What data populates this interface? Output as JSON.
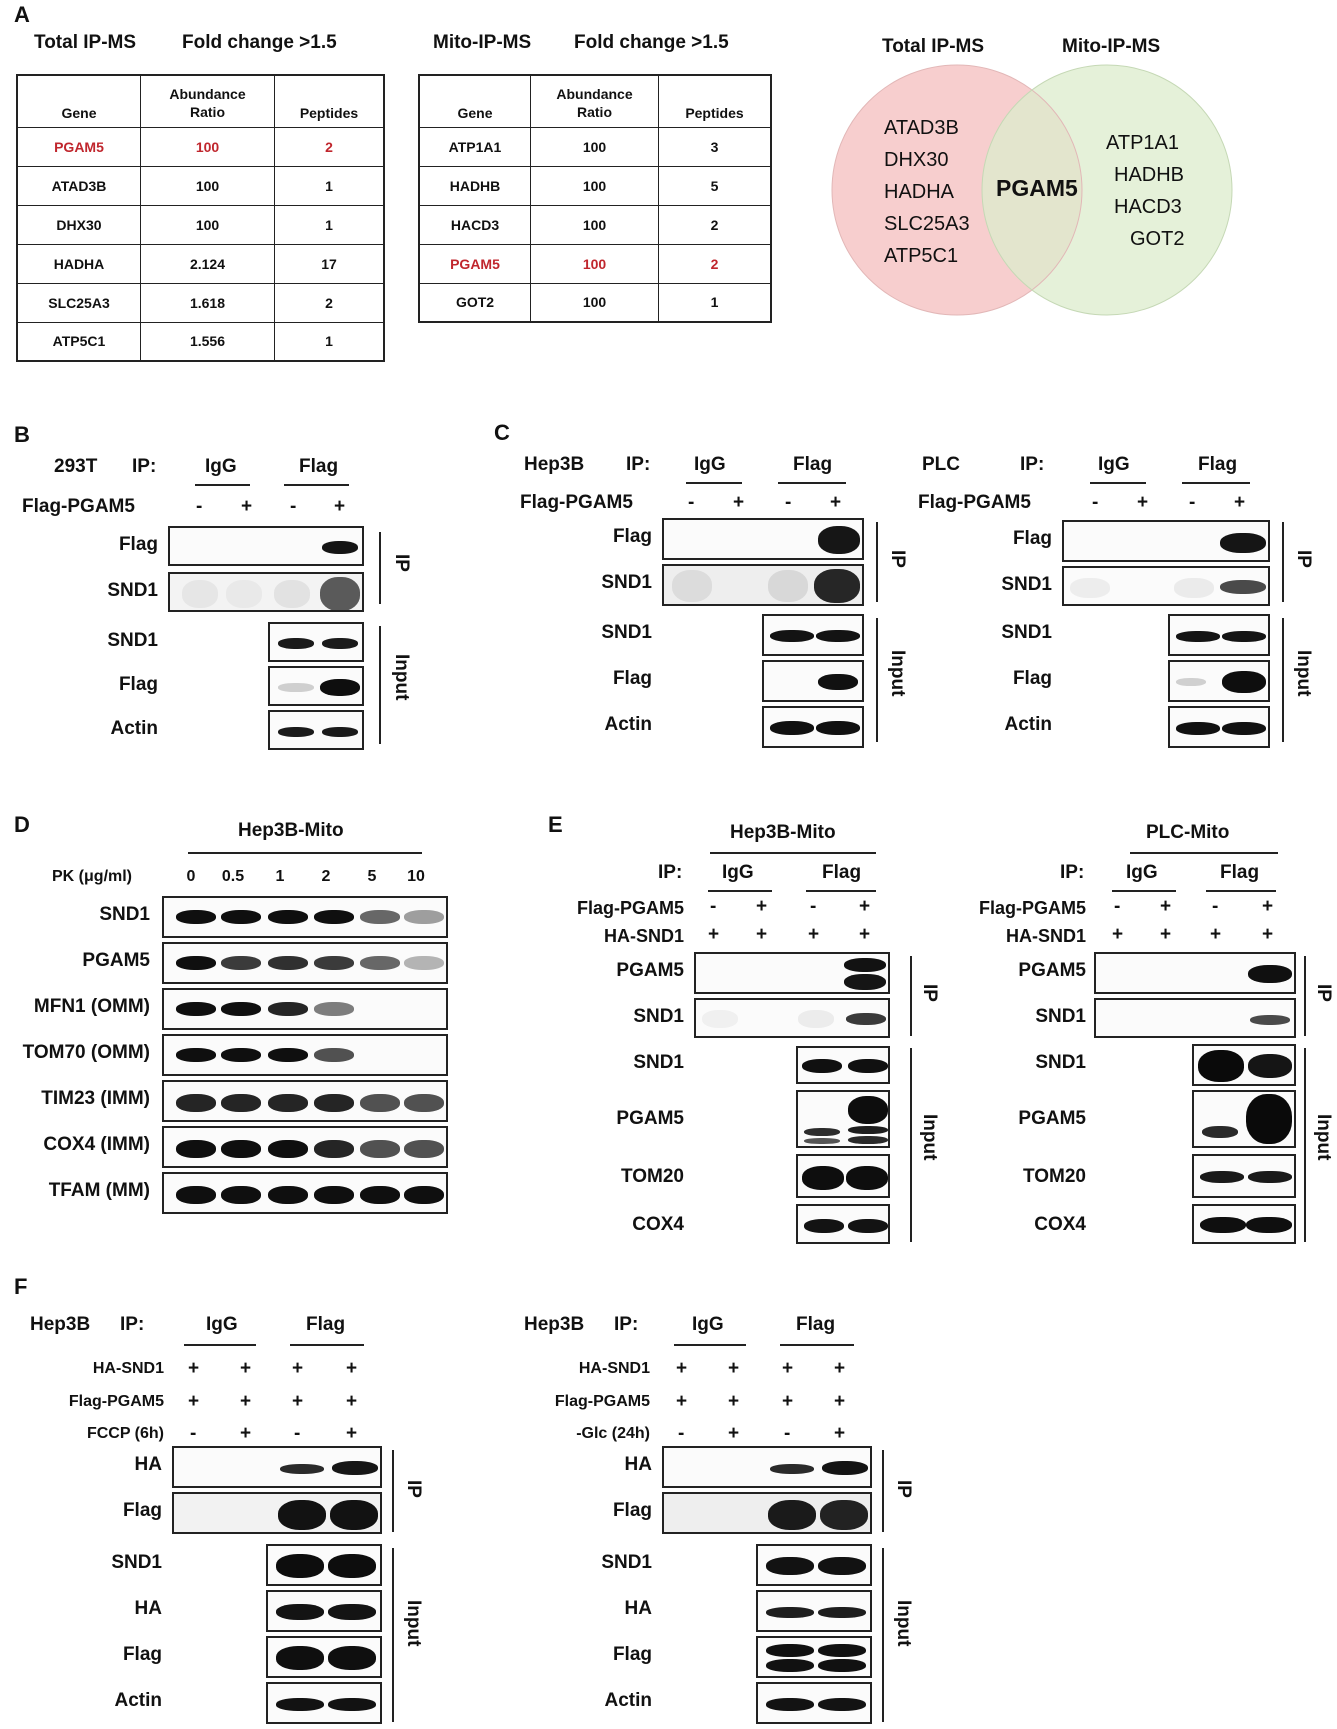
{
  "panels": {
    "A": "A",
    "B": "B",
    "C": "C",
    "D": "D",
    "E": "E",
    "F": "F"
  },
  "panelA": {
    "total": {
      "title": "Total IP-MS",
      "fold": "Fold change >1.5",
      "headers": [
        "Gene",
        "Abundance\nRatio",
        "Peptides"
      ],
      "rows": [
        [
          "PGAM5",
          "100",
          "2"
        ],
        [
          "ATAD3B",
          "100",
          "1"
        ],
        [
          "DHX30",
          "100",
          "1"
        ],
        [
          "HADHA",
          "2.124",
          "17"
        ],
        [
          "SLC25A3",
          "1.618",
          "2"
        ],
        [
          "ATP5C1",
          "1.556",
          "1"
        ]
      ]
    },
    "mito": {
      "title": "Mito-IP-MS",
      "fold": "Fold change >1.5",
      "headers": [
        "Gene",
        "Abundance\nRatio",
        "Peptides"
      ],
      "rows": [
        [
          "ATP1A1",
          "100",
          "3"
        ],
        [
          "HADHB",
          "100",
          "5"
        ],
        [
          "HACD3",
          "100",
          "2"
        ],
        [
          "PGAM5",
          "100",
          "2"
        ],
        [
          "GOT2",
          "100",
          "1"
        ]
      ]
    },
    "venn": {
      "left_title": "Total IP-MS",
      "right_title": "Mito-IP-MS",
      "left_items": [
        "ATAD3B",
        "DHX30",
        "HADHA",
        "SLC25A3",
        "ATP5C1"
      ],
      "right_items": [
        "ATP1A1",
        "HADHB",
        "HACD3",
        "GOT2"
      ],
      "overlap": "PGAM5",
      "colors": {
        "left": "#f6c9c9",
        "right": "#dceccc",
        "overlap": "#ece3bd"
      }
    }
  },
  "panelB": {
    "cell": "293T",
    "ip": "IP:",
    "igg": "IgG",
    "flag": "Flag",
    "construct": "Flag-PGAM5",
    "signs": [
      "-",
      "+",
      "-",
      "+"
    ],
    "ip_rows": [
      "Flag",
      "SND1"
    ],
    "input_rows": [
      "SND1",
      "Flag",
      "Actin"
    ],
    "ip_side": "IP",
    "input_side": "Input"
  },
  "panelC": {
    "left": {
      "cell": "Hep3B",
      "ip": "IP:",
      "igg": "IgG",
      "flag": "Flag",
      "construct": "Flag-PGAM5",
      "signs": [
        "-",
        "+",
        "-",
        "+"
      ],
      "ip_rows": [
        "Flag",
        "SND1"
      ],
      "input_rows": [
        "SND1",
        "Flag",
        "Actin"
      ],
      "ip_side": "IP",
      "input_side": "Input"
    },
    "right": {
      "cell": "PLC",
      "ip": "IP:",
      "igg": "IgG",
      "flag": "Flag",
      "construct": "Flag-PGAM5",
      "signs": [
        "-",
        "+",
        "-",
        "+"
      ],
      "ip_rows": [
        "Flag",
        "SND1"
      ],
      "input_rows": [
        "SND1",
        "Flag",
        "Actin"
      ],
      "ip_side": "IP",
      "input_side": "Input"
    }
  },
  "panelD": {
    "title": "Hep3B-Mito",
    "pk_label": "PK (μg/ml)",
    "doses": [
      "0",
      "0.5",
      "1",
      "2",
      "5",
      "10"
    ],
    "rows": [
      "SND1",
      "PGAM5",
      "MFN1 (OMM)",
      "TOM70 (OMM)",
      "TIM23  (IMM)",
      "COX4  (IMM)",
      "TFAM (MM)"
    ]
  },
  "panelE": {
    "left": {
      "title": "Hep3B-Mito",
      "ip": "IP:",
      "igg": "IgG",
      "flag": "Flag",
      "constructs": [
        {
          "name": "Flag-PGAM5",
          "signs": [
            "-",
            "+",
            "-",
            "+"
          ]
        },
        {
          "name": "HA-SND1",
          "signs": [
            "+",
            "+",
            "+",
            "+"
          ]
        }
      ],
      "ip_rows": [
        "PGAM5",
        "SND1"
      ],
      "input_rows": [
        "SND1",
        "PGAM5",
        "TOM20",
        "COX4"
      ],
      "ip_side": "IP",
      "input_side": "Input"
    },
    "right": {
      "title": "PLC-Mito",
      "ip": "IP:",
      "igg": "IgG",
      "flag": "Flag",
      "constructs": [
        {
          "name": "Flag-PGAM5",
          "signs": [
            "-",
            "+",
            "-",
            "+"
          ]
        },
        {
          "name": "HA-SND1",
          "signs": [
            "+",
            "+",
            "+",
            "+"
          ]
        }
      ],
      "ip_rows": [
        "PGAM5",
        "SND1"
      ],
      "input_rows": [
        "SND1",
        "PGAM5",
        "TOM20",
        "COX4"
      ],
      "ip_side": "IP",
      "input_side": "Input"
    }
  },
  "panelF": {
    "left": {
      "cell": "Hep3B",
      "ip": "IP:",
      "igg": "IgG",
      "flag": "Flag",
      "constructs": [
        {
          "name": "HA-SND1",
          "signs": [
            "+",
            "+",
            "+",
            "+"
          ]
        },
        {
          "name": "Flag-PGAM5",
          "signs": [
            "+",
            "+",
            "+",
            "+"
          ]
        },
        {
          "name": "FCCP (6h)",
          "signs": [
            "-",
            "+",
            "-",
            "+"
          ]
        }
      ],
      "ip_rows": [
        "HA",
        "Flag"
      ],
      "input_rows": [
        "SND1",
        "HA",
        "Flag",
        "Actin"
      ],
      "ip_side": "IP",
      "input_side": "Input"
    },
    "right": {
      "cell": "Hep3B",
      "ip": "IP:",
      "igg": "IgG",
      "flag": "Flag",
      "constructs": [
        {
          "name": "HA-SND1",
          "signs": [
            "+",
            "+",
            "+",
            "+"
          ]
        },
        {
          "name": "Flag-PGAM5",
          "signs": [
            "+",
            "+",
            "+",
            "+"
          ]
        },
        {
          "name": "-Glc (24h)",
          "signs": [
            "-",
            "+",
            "-",
            "+"
          ]
        }
      ],
      "ip_rows": [
        "HA",
        "Flag"
      ],
      "input_rows": [
        "SND1",
        "HA",
        "Flag",
        "Actin"
      ],
      "ip_side": "IP",
      "input_side": "Input"
    }
  }
}
